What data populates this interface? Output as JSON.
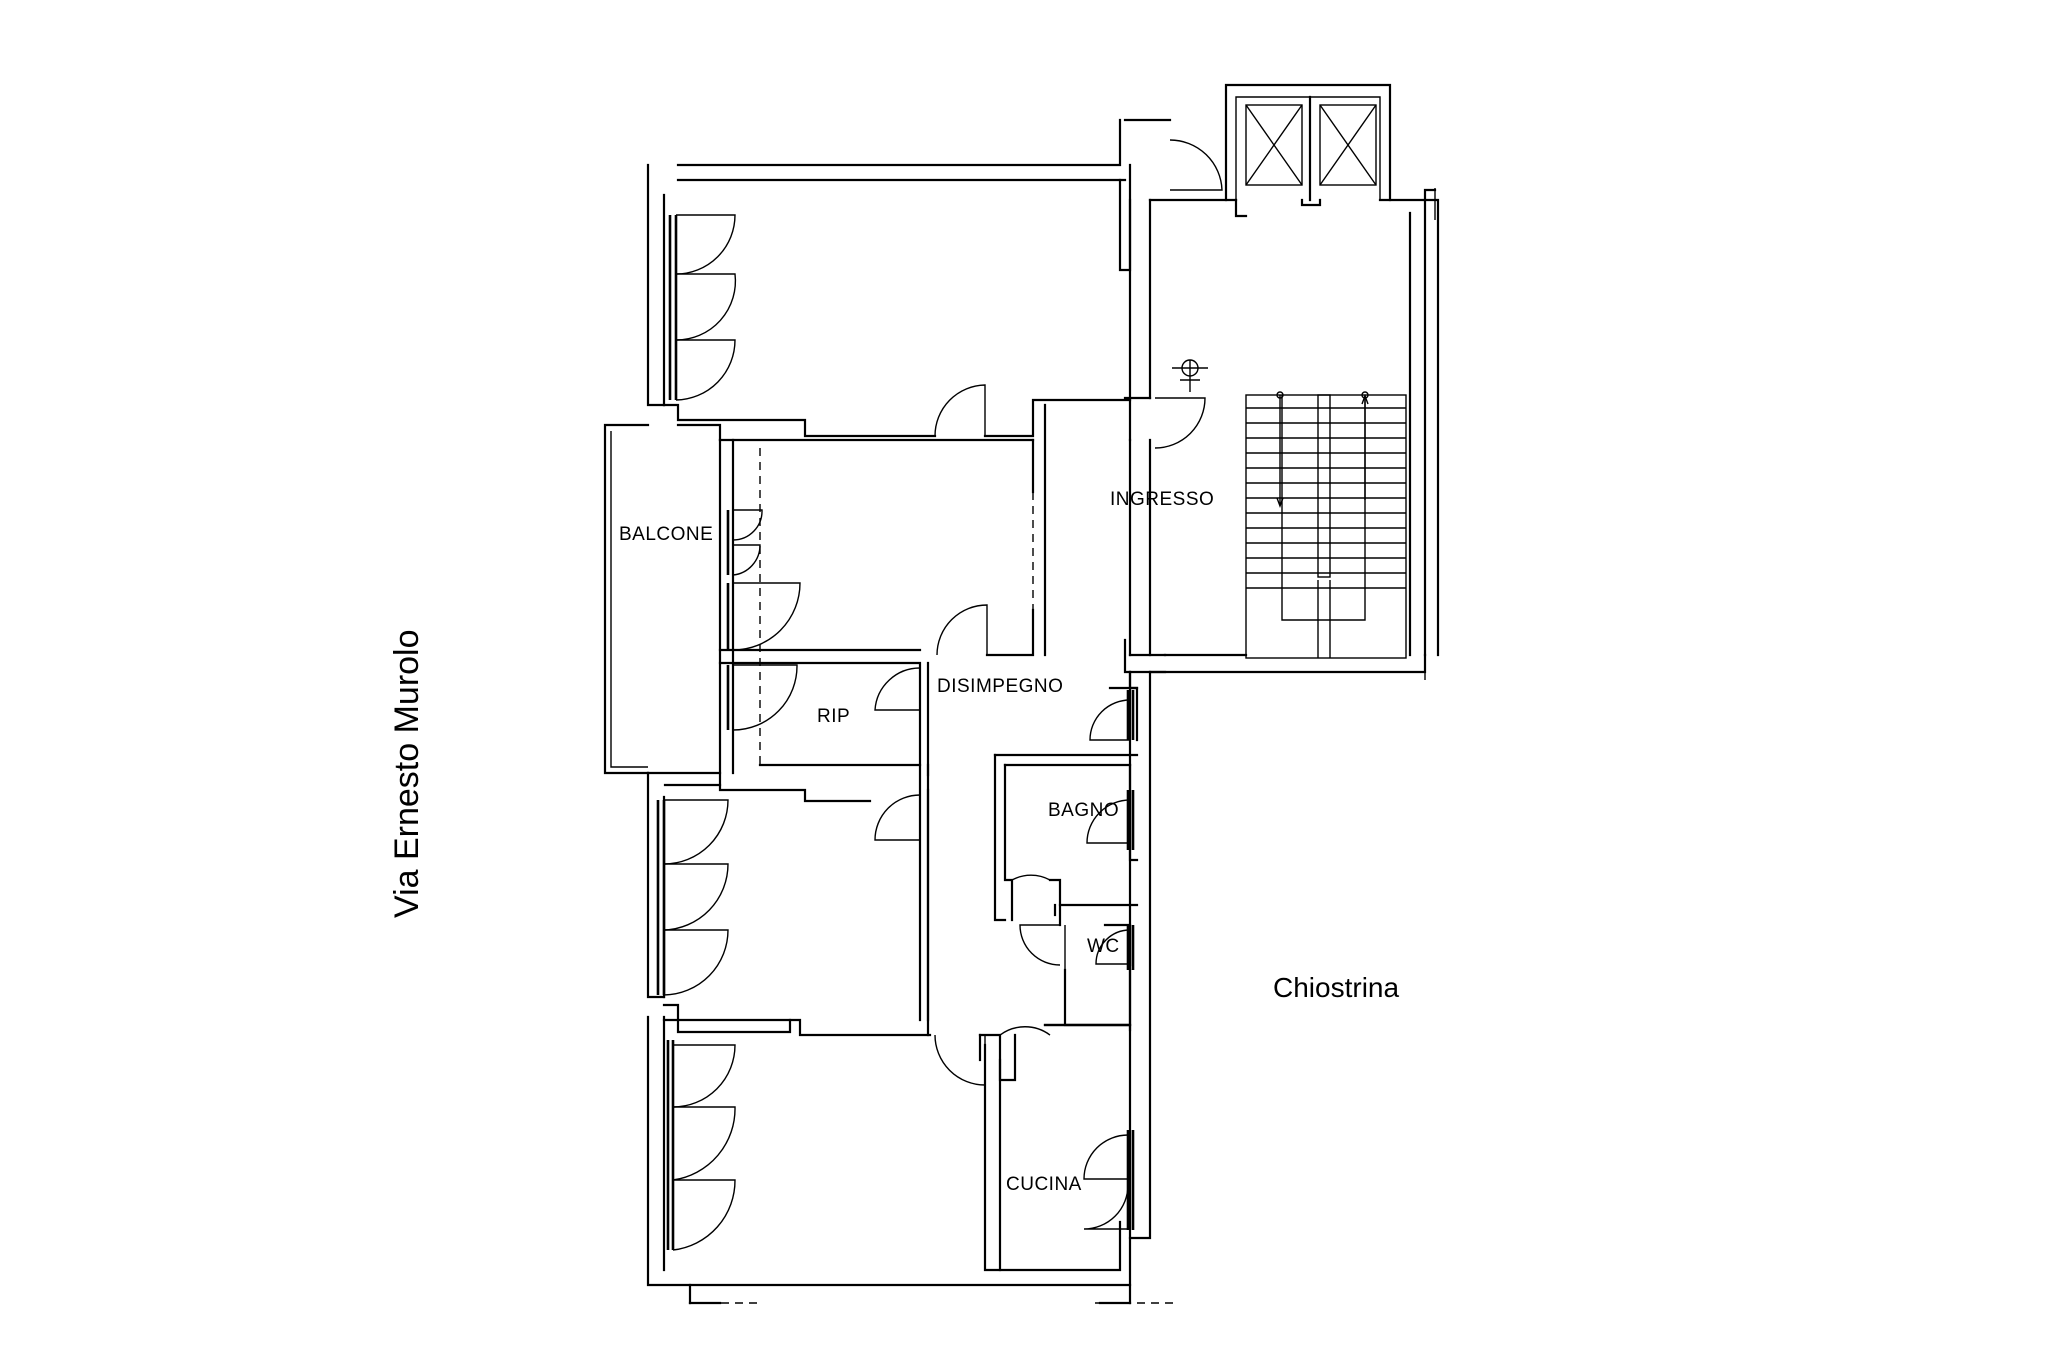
{
  "plan": {
    "street": "Via Ernesto Murolo",
    "courtyard": "Chiostrina",
    "rooms": {
      "balcone": "BALCONE",
      "ingresso": "INGRESSO",
      "disimpegno": "DISIMPEGNO",
      "rip": "RIP",
      "bagno": "BAGNO",
      "wc": "WC",
      "cucina": "CUCINA"
    }
  }
}
